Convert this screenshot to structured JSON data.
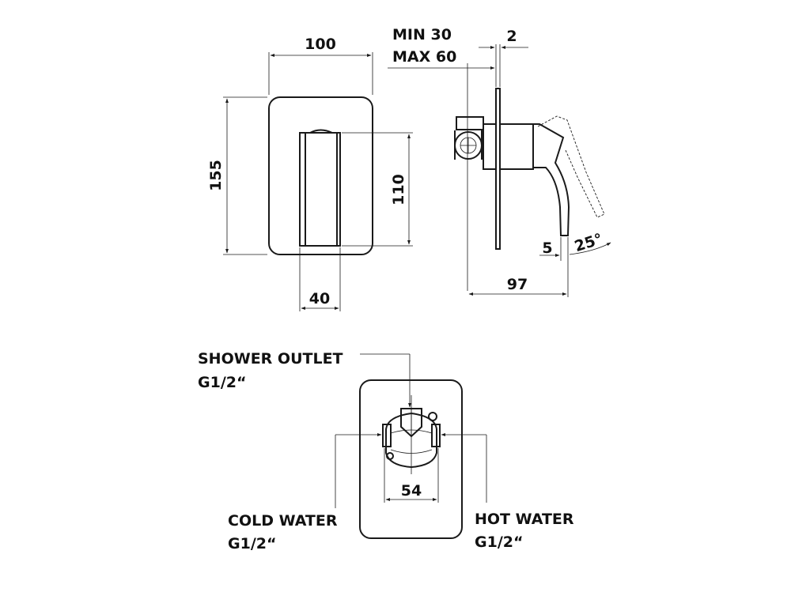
{
  "dimensions": {
    "front_width": "100",
    "front_height": "155",
    "handle_height": "110",
    "handle_width": "40",
    "depth_range_min": "MIN 30",
    "depth_range_max": "MAX 60",
    "plate_thickness": "2",
    "handle_offset": "5",
    "handle_angle": "25°",
    "total_depth": "97",
    "inlet_spacing": "54"
  },
  "labels": {
    "shower_outlet": "SHOWER OUTLET",
    "shower_outlet_thread": "G1/2“",
    "cold_water": "COLD WATER",
    "cold_water_thread": "G1/2“",
    "hot_water": "HOT WATER",
    "hot_water_thread": "G1/2“"
  }
}
